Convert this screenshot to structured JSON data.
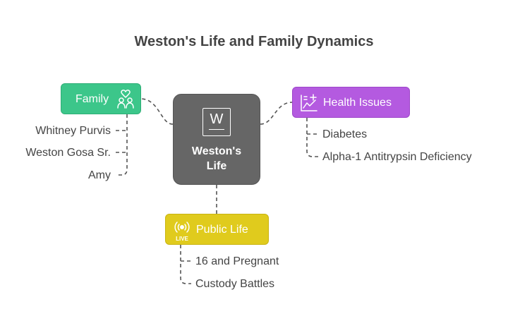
{
  "title": "Weston's Life and Family Dynamics",
  "center": {
    "label_line1": "Weston's",
    "label_line2": "Life",
    "icon_letter": "W"
  },
  "branches": {
    "family": {
      "label": "Family",
      "icon": "family-icon",
      "color": "#3cc68a",
      "items": [
        "Whitney Purvis",
        "Weston Gosa Sr.",
        "Amy"
      ]
    },
    "health": {
      "label": "Health Issues",
      "icon": "health-chart-icon",
      "color": "#b45ae0",
      "items": [
        "Diabetes",
        "Alpha-1 Antitrypsin Deficiency"
      ]
    },
    "public": {
      "label": "Public Life",
      "icon": "live-broadcast-icon",
      "color": "#e0cb1d",
      "items": [
        "16 and Pregnant",
        "Custody Battles"
      ]
    }
  },
  "colors": {
    "center": "#666666",
    "text": "#444444",
    "connector": "#555555"
  }
}
